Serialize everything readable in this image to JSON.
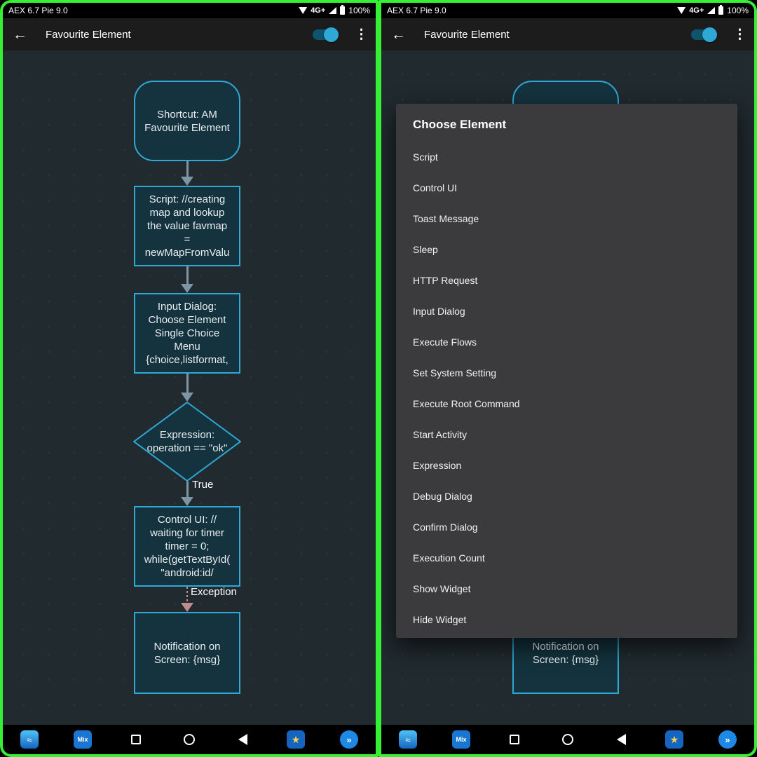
{
  "colors": {
    "frame_green": "#35F035",
    "accent_cyan": "#2EA8D5",
    "node_fill": "#14333F",
    "canvas_bg": "#202A2F",
    "arrow": "#7E95A6",
    "exception_arrow": "#C08B8B",
    "dialog_bg": "#3B3B3D",
    "appbar_bg": "#1C1C1C"
  },
  "status_bar": {
    "carrier": "AEX 6.7 Pie 9.0",
    "network": "4G+",
    "battery_pct": "100%"
  },
  "app_bar": {
    "title": "Favourite Element",
    "back_glyph": "←",
    "overflow_glyph": "⋮",
    "toggle_on": true
  },
  "flow": {
    "nodes": [
      {
        "type": "rounded",
        "label": "Shortcut: AM\nFavourite Element"
      },
      {
        "type": "rect",
        "label": "Script: //creating\nmap and lookup\nthe value favmap\n=\nnewMapFromValu"
      },
      {
        "type": "rect",
        "label": "Input Dialog:\nChoose Element\nSingle Choice\nMenu\n{choice,listformat,"
      },
      {
        "type": "diamond",
        "label": "Expression:\noperation == \"ok\""
      },
      {
        "type": "rect",
        "label": "Control UI: //\nwaiting for timer\ntimer = 0;\nwhile(getTextById(\n\"android:id/"
      },
      {
        "type": "rect",
        "label": "Notification on\nScreen: {msg}"
      }
    ],
    "edge_labels": {
      "true_branch": "True",
      "exception_branch": "Exception"
    }
  },
  "dialog": {
    "title": "Choose Element",
    "items": [
      "Script",
      "Control UI",
      "Toast Message",
      "Sleep",
      "HTTP Request",
      "Input Dialog",
      "Execute Flows",
      "Set System Setting",
      "Execute Root Command",
      "Start Activity",
      "Expression",
      "Debug Dialog",
      "Confirm Dialog",
      "Execution Count",
      "Show Widget",
      "Hide Widget"
    ]
  },
  "nav_bar": {
    "icons": [
      {
        "name": "app-icon-waves",
        "glyph": "≈"
      },
      {
        "name": "mix-app-icon",
        "glyph": "Mix"
      },
      {
        "name": "recents-button",
        "glyph": ""
      },
      {
        "name": "home-button",
        "glyph": ""
      },
      {
        "name": "back-button",
        "glyph": ""
      },
      {
        "name": "star-app-icon",
        "glyph": "★"
      },
      {
        "name": "share-app-icon",
        "glyph": "»"
      }
    ]
  }
}
